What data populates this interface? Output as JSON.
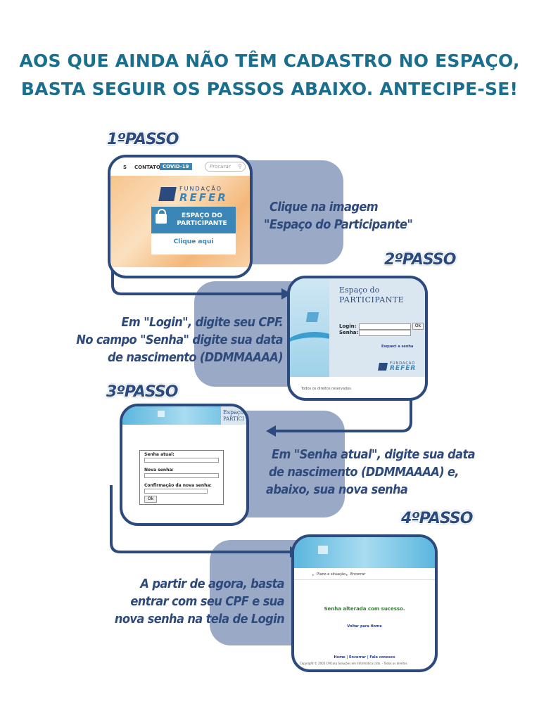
{
  "title": {
    "line1": "AOS QUE AINDA NÃO TÊM CADASTRO NO ESPAÇO,",
    "line2": "BASTA SEGUIR OS PASSOS ABAIXO. ANTECIPE-SE!"
  },
  "steps": [
    {
      "label": "1ºPASSO",
      "instruction": [
        "Clique na imagem",
        "\"Espaço do Participante\""
      ],
      "screen": {
        "nav_s": "S",
        "nav_contato": "CONTATO",
        "nav_covid": "COVID-19",
        "search_placeholder": "Procurar",
        "logo_top": "FUNDAÇÃO",
        "logo_bottom": "REFER",
        "card_title": "ESPAÇO DO PARTICIPANTE",
        "card_link": "Clique aqui"
      }
    },
    {
      "label": "2ºPASSO",
      "instruction": [
        "Em \"Login\", digite seu CPF.",
        "No campo \"Senha\" digite sua data",
        "de nascimento (DDMMAAAA)"
      ],
      "screen": {
        "heading1": "Espaço do",
        "heading2": "PARTICIPANTE",
        "login_label": "Login:",
        "senha_label": "Senha:",
        "ok_button": "Ok",
        "forgot_link": "Esqueci a senha",
        "logo_top": "FUNDAÇÃO",
        "logo_bottom": "REFER",
        "footer": "Todos os direitos reservados."
      }
    },
    {
      "label": "3ºPASSO",
      "instruction": [
        "Em \"Senha atual\", digite sua data",
        "de nascimento (DDMMAAAA) e,",
        "abaixo, sua nova senha"
      ],
      "screen": {
        "heading1": "Espaço",
        "heading2": "PARTICI",
        "senha_atual": "Senha atual:",
        "nova_senha": "Nova senha:",
        "confirmacao": "Confirmação da nova senha:",
        "ok_button": "Ok"
      }
    },
    {
      "label": "4ºPASSO",
      "instruction": [
        "A partir de agora, basta",
        "entrar com seu CPF e sua",
        "nova senha na tela de Login"
      ],
      "screen": {
        "menu1": "Plano e situação",
        "menu2": "Encerrar",
        "success": "Senha alterada com sucesso.",
        "back_link": "Voltar para Home",
        "footer_links": "Home | Encerrar | Fale conosco",
        "copyright": "Copyright © 2002 CMCorp Soluções em Informática Ltda. - Todos os direitos"
      }
    }
  ],
  "colors": {
    "title": "#1a6f8e",
    "navy": "#2c4a7e",
    "blob": "#9aaac6"
  }
}
